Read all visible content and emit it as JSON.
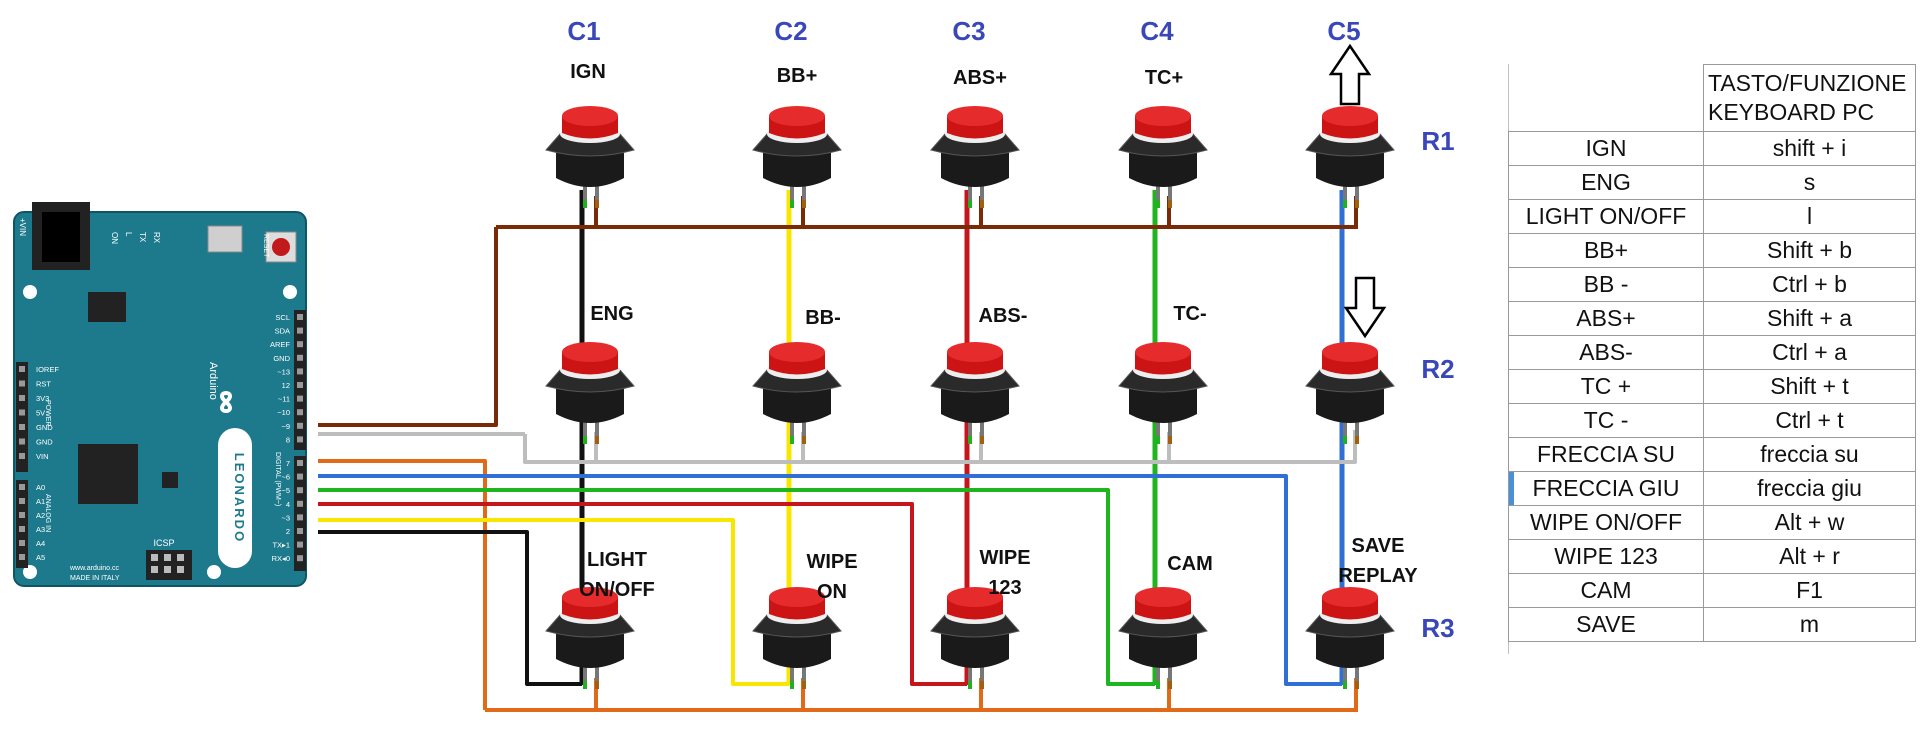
{
  "diagram": {
    "columns": [
      "C1",
      "C2",
      "C3",
      "C4",
      "C5"
    ],
    "rows": [
      "R1",
      "R2",
      "R3"
    ],
    "buttons": [
      [
        "IGN",
        "BB+",
        "ABS+",
        "TC+",
        ""
      ],
      [
        "ENG",
        "BB-",
        "ABS-",
        "TC-",
        ""
      ],
      [
        "LIGHT\nON/OFF",
        "WIPE\nON",
        "WIPE\n123",
        "CAM",
        "SAVE\nREPLAY"
      ]
    ],
    "board": {
      "model": "LEONARDO",
      "brand": "Arduino",
      "icsp": "ICSP",
      "url": "www.arduino.cc",
      "made_in": "MADE IN ITALY",
      "reset": "RESET",
      "power": "POWER",
      "analog_in": "ANALOG IN",
      "digital": "DIGITAL (PWM~)",
      "top_pins": [
        "SCL",
        "SDA",
        "AREF",
        "GND",
        "~13",
        "12",
        "~11",
        "~10",
        "~9",
        "8"
      ],
      "digital_pins": [
        "7",
        "~6",
        "~5",
        "4",
        "~3",
        "2",
        "TX▸1",
        "RX◂0"
      ],
      "power_pins": [
        "IOREF",
        "RST",
        "3V3",
        "5V",
        "GND",
        "GND",
        "VIN"
      ],
      "analog_pins": [
        "A0",
        "A1",
        "A2",
        "A3",
        "A4",
        "A5"
      ],
      "leds": [
        "ON",
        "L",
        "TX",
        "RX"
      ],
      "vin": "+VIN"
    },
    "colors": {
      "label": "#3a47b8",
      "row1": "#7a2a06",
      "row2": "#bdbdbd",
      "row3": "#e06a1a",
      "col1": "#111111",
      "col2": "#f7e600",
      "col3": "#c4161c",
      "col4": "#1fb51f",
      "col5": "#2f6fd6",
      "board": "#1d7a8c",
      "button_cap": "#cc1414"
    },
    "icons": [
      "arrow-up-icon",
      "arrow-down-icon"
    ]
  },
  "table": {
    "header": [
      "",
      "TASTO/FUNZIONE\nKEYBOARD PC"
    ],
    "rows": [
      [
        "IGN",
        "shift + i"
      ],
      [
        "ENG",
        "s"
      ],
      [
        "LIGHT ON/OFF",
        "l"
      ],
      [
        "BB+",
        "Shift + b"
      ],
      [
        "BB -",
        "Ctrl + b"
      ],
      [
        "ABS+",
        "Shift + a"
      ],
      [
        "ABS-",
        "Ctrl + a"
      ],
      [
        "TC +",
        "Shift + t"
      ],
      [
        "TC -",
        "Ctrl + t"
      ],
      [
        "FRECCIA SU",
        "freccia su"
      ],
      [
        "FRECCIA GIU",
        "freccia giu"
      ],
      [
        "WIPE ON/OFF",
        "Alt + w"
      ],
      [
        "WIPE 123",
        "Alt + r"
      ],
      [
        "CAM",
        "F1"
      ],
      [
        "SAVE",
        "m"
      ]
    ],
    "selected_row": 10
  }
}
